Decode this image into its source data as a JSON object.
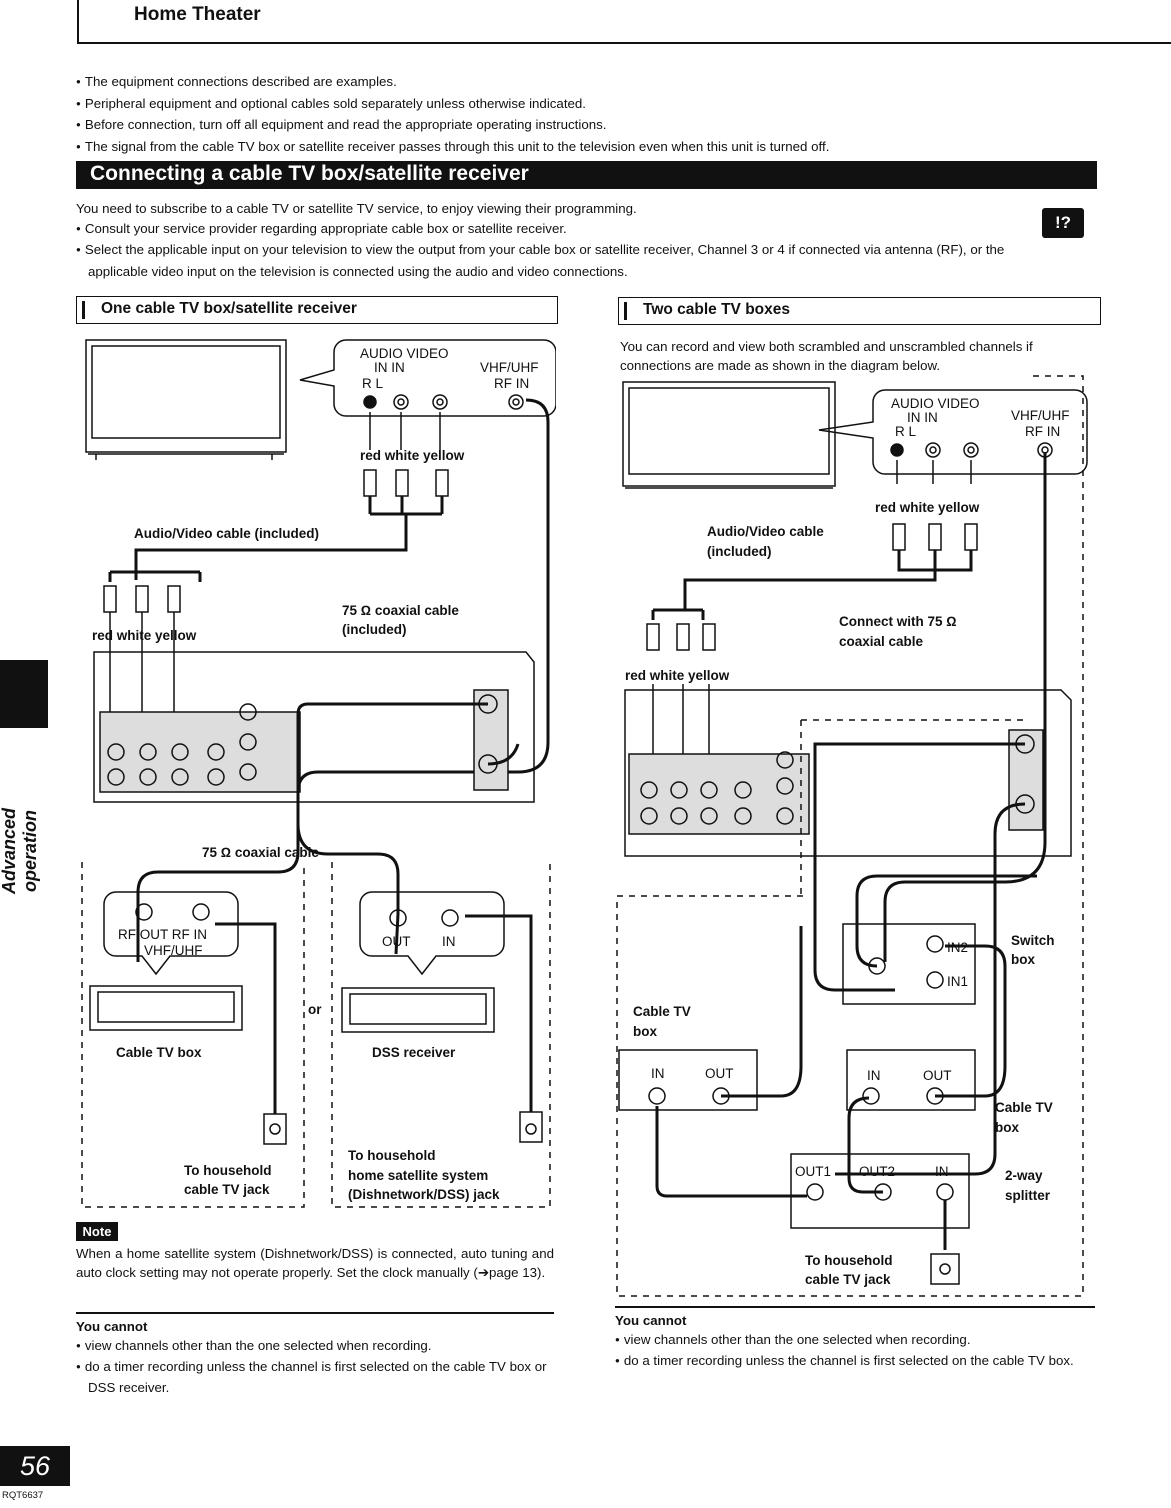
{
  "header": {
    "title": "Home Theater"
  },
  "bullets": [
    "The equipment connections described are examples.",
    "Peripheral equipment and optional cables sold separately unless otherwise indicated.",
    "Before connection, turn off all equipment and read the appropriate operating instructions.",
    "The signal from the cable TV box or satellite receiver passes through this unit to the television even when this unit is turned off."
  ],
  "section": {
    "title": "Connecting a cable TV box/satellite receiver",
    "intro": "You need to subscribe to a cable TV or satellite TV service, to enjoy viewing their programming.",
    "bullets": [
      "Consult your service provider regarding appropriate cable box or satellite receiver.",
      "Select the applicable input on your television to view the output from your cable box or satellite receiver, Channel 3 or 4 if connected via antenna (RF), or the applicable video input on the television is connected using the audio and video connections."
    ],
    "icon_label": "!?"
  },
  "left": {
    "heading": "One cable TV box/satellite receiver",
    "diagram": {
      "tv_audio_video": "AUDIO  VIDEO",
      "tv_in_in": "IN        IN",
      "tv_rl": "R   L",
      "tv_vhf": "VHF/UHF",
      "tv_rf_in": "RF IN",
      "rwy_top": "red white yellow",
      "av_cable": "Audio/Video cable (included)",
      "coax_75": "75 Ω coaxial cable",
      "coax_included": "(included)",
      "rwy_bottom": "red white yellow",
      "coax_75_lower": "75 Ω coaxial cable",
      "rf_out_in": "RF OUT   RF IN",
      "vhf_uhf": "VHF/UHF",
      "out": "OUT",
      "in": "IN",
      "or": "or",
      "cable_tv_box": "Cable TV box",
      "dss_receiver": "DSS receiver",
      "to_household_1": "To household",
      "cable_tv_jack": "cable TV jack",
      "to_household_2": "To household",
      "home_satellite": "home satellite system",
      "dish_jack": "(Dishnetwork/DSS) jack"
    },
    "note_label": "Note",
    "note_text": "When a home satellite system (Dishnetwork/DSS) is connected, auto tuning and auto clock setting may not operate properly. Set the clock manually (➔page 13).",
    "cannot_title": "You cannot",
    "cannot": [
      "view channels other than the one selected when recording.",
      "do a timer recording unless the channel is first selected on the cable TV box or DSS receiver."
    ]
  },
  "right": {
    "heading": "Two cable TV boxes",
    "intro": "You can record and view both scrambled and unscrambled channels if connections are made as shown in the diagram below.",
    "diagram": {
      "tv_audio_video": "AUDIO  VIDEO",
      "tv_in_in": "IN        IN",
      "tv_rl": "R   L",
      "tv_vhf": "VHF/UHF",
      "tv_rf_in": "RF IN",
      "rwy_top": "red white yellow",
      "av_cable": "Audio/Video cable",
      "av_included": "(included)",
      "connect_75": "Connect with 75 Ω",
      "coax_cable": "coaxial cable",
      "rwy_bottom": "red white yellow",
      "switch": "Switch",
      "box": "box",
      "in2": "IN2",
      "in1": "IN1",
      "cable_tv": "Cable TV",
      "box2": "box",
      "in_label": "IN",
      "out_label": "OUT",
      "cable_tv_r": "Cable TV",
      "box_r": "box",
      "out1": "OUT1",
      "out2": "OUT2",
      "in_sp": "IN",
      "two_way": "2-way",
      "splitter": "splitter",
      "to_household": "To household",
      "cable_tv_jack": "cable TV jack"
    },
    "cannot_title": "You cannot",
    "cannot": [
      "view channels other than the one selected when recording.",
      "do a timer recording unless the channel is first selected on the cable TV box."
    ]
  },
  "side_tab": "Advanced operation",
  "page_number": "56",
  "doc_code": "RQT6637"
}
